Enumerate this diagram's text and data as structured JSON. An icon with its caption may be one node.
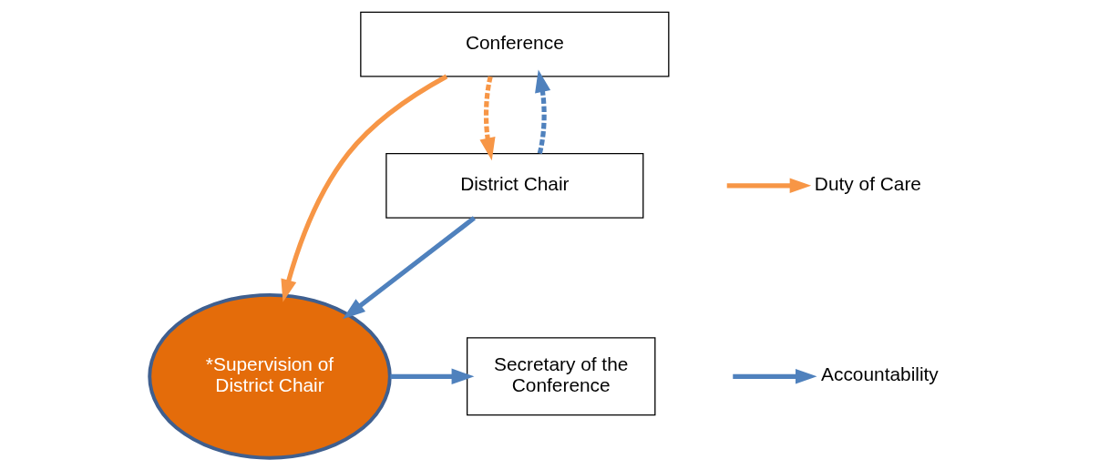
{
  "diagram": {
    "nodes": [
      {
        "text": [
          "Conference"
        ]
      },
      {
        "text": [
          "Secretary of the Conference"
        ]
      },
      {
        "text": [
          "*Supervision of District Chair"
        ]
      },
      {
        "text": [
          "District Chair"
        ]
      }
    ],
    "edges": [
      {
        "from": 0,
        "to": 2,
        "arrow": "to",
        "color": "#f79646"
      },
      {
        "from": 0,
        "to": 3,
        "arrow": "to",
        "style": "dashed",
        "color": "#f79646"
      },
      {
        "from": 3,
        "to": 0,
        "arrow": "to",
        "style": "dashed"
      },
      {
        "from": 2,
        "to": 1,
        "arrow": "to"
      },
      {
        "from": 3,
        "to": 2,
        "arrow": "to"
      }
    ],
    "legend": [
      {
        "text": "Duty of Care"
      },
      {
        "text": "Accountability"
      }
    ]
  }
}
